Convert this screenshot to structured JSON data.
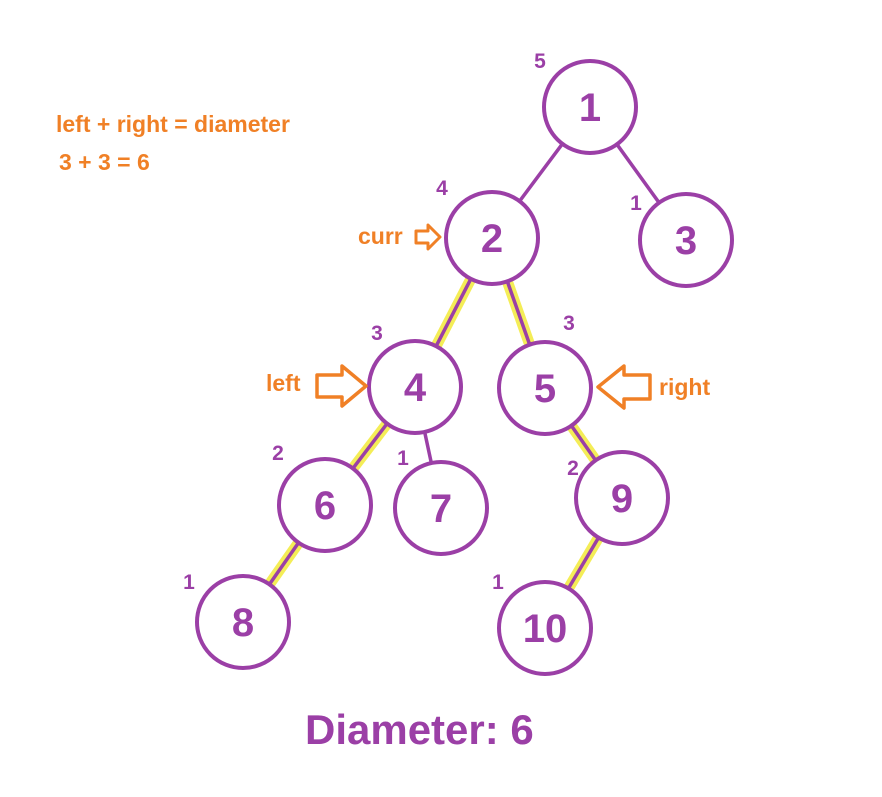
{
  "colors": {
    "node": "#9b3fa6",
    "annotation": "#f08026",
    "highlight": "#f2ea3a",
    "background": "#ffffff"
  },
  "formula": {
    "line1": "left + right = diameter",
    "line2": "3 + 3 = 6"
  },
  "pointers": {
    "curr": "curr",
    "left": "left",
    "right": "right"
  },
  "nodes": [
    {
      "id": "1",
      "label": "1",
      "height": "5"
    },
    {
      "id": "2",
      "label": "2",
      "height": "4"
    },
    {
      "id": "3",
      "label": "3",
      "height": "1"
    },
    {
      "id": "4",
      "label": "4",
      "height": "3"
    },
    {
      "id": "5",
      "label": "5",
      "height": "3"
    },
    {
      "id": "6",
      "label": "6",
      "height": "2"
    },
    {
      "id": "7",
      "label": "7",
      "height": "1"
    },
    {
      "id": "9",
      "label": "9",
      "height": "2"
    },
    {
      "id": "8",
      "label": "8",
      "height": "1"
    },
    {
      "id": "10",
      "label": "10",
      "height": "1"
    }
  ],
  "edges": [
    {
      "from": "1",
      "to": "2",
      "highlighted": false
    },
    {
      "from": "1",
      "to": "3",
      "highlighted": false
    },
    {
      "from": "2",
      "to": "4",
      "highlighted": true
    },
    {
      "from": "2",
      "to": "5",
      "highlighted": true
    },
    {
      "from": "4",
      "to": "6",
      "highlighted": true
    },
    {
      "from": "4",
      "to": "7",
      "highlighted": false
    },
    {
      "from": "5",
      "to": "9",
      "highlighted": true
    },
    {
      "from": "6",
      "to": "8",
      "highlighted": true
    },
    {
      "from": "9",
      "to": "10",
      "highlighted": true
    }
  ],
  "result": "Diameter: 6"
}
